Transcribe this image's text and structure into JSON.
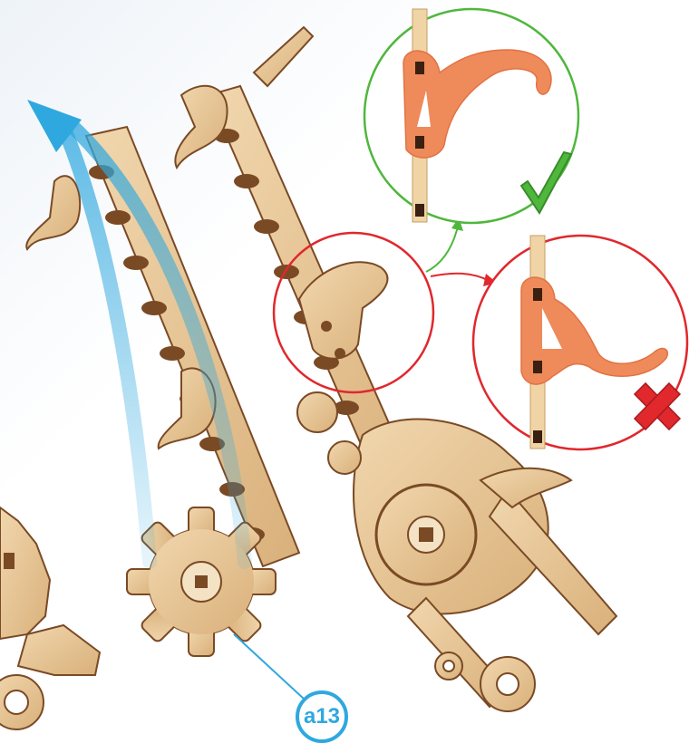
{
  "callout": {
    "part_label": "a13"
  },
  "colors": {
    "wood": "#e3c08f",
    "wood_dark": "#7a4a25",
    "arrow": "#2fa8df",
    "correct": "#4fb73c",
    "incorrect": "#e0282d",
    "part_highlight": "#ef8a5b"
  },
  "insets": [
    {
      "status": "correct",
      "icon": "checkmark-icon"
    },
    {
      "status": "incorrect",
      "icon": "cross-icon"
    }
  ]
}
